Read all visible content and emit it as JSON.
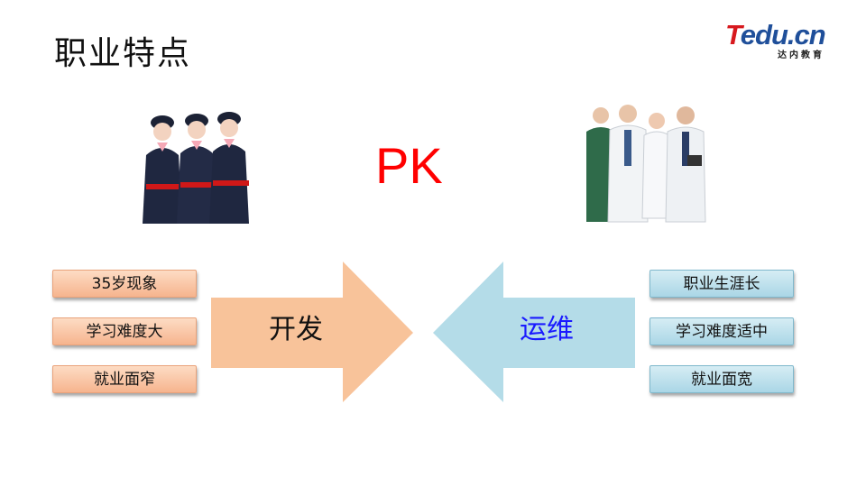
{
  "title": "职业特点",
  "logo": {
    "brand_first": "T",
    "brand_rest": "edu.cn",
    "sub": "达内教育"
  },
  "pk": "PK",
  "left": {
    "arrow_label": "开发",
    "items": [
      "35岁现象",
      "学习难度大",
      "就业面窄"
    ],
    "colors": {
      "arrow": "#f8c39a",
      "box_top": "#fddcc4",
      "box_bottom": "#f6b48e"
    }
  },
  "right": {
    "arrow_label": "运维",
    "items": [
      "职业生涯长",
      "学习难度适中",
      "就业面宽"
    ],
    "colors": {
      "arrow": "#b4dce8",
      "box_top": "#d6edf4",
      "box_bottom": "#aad6e6",
      "label": "#1a1aff"
    }
  },
  "images": {
    "left": "flight-attendants-photo",
    "right": "medical-staff-photo"
  }
}
